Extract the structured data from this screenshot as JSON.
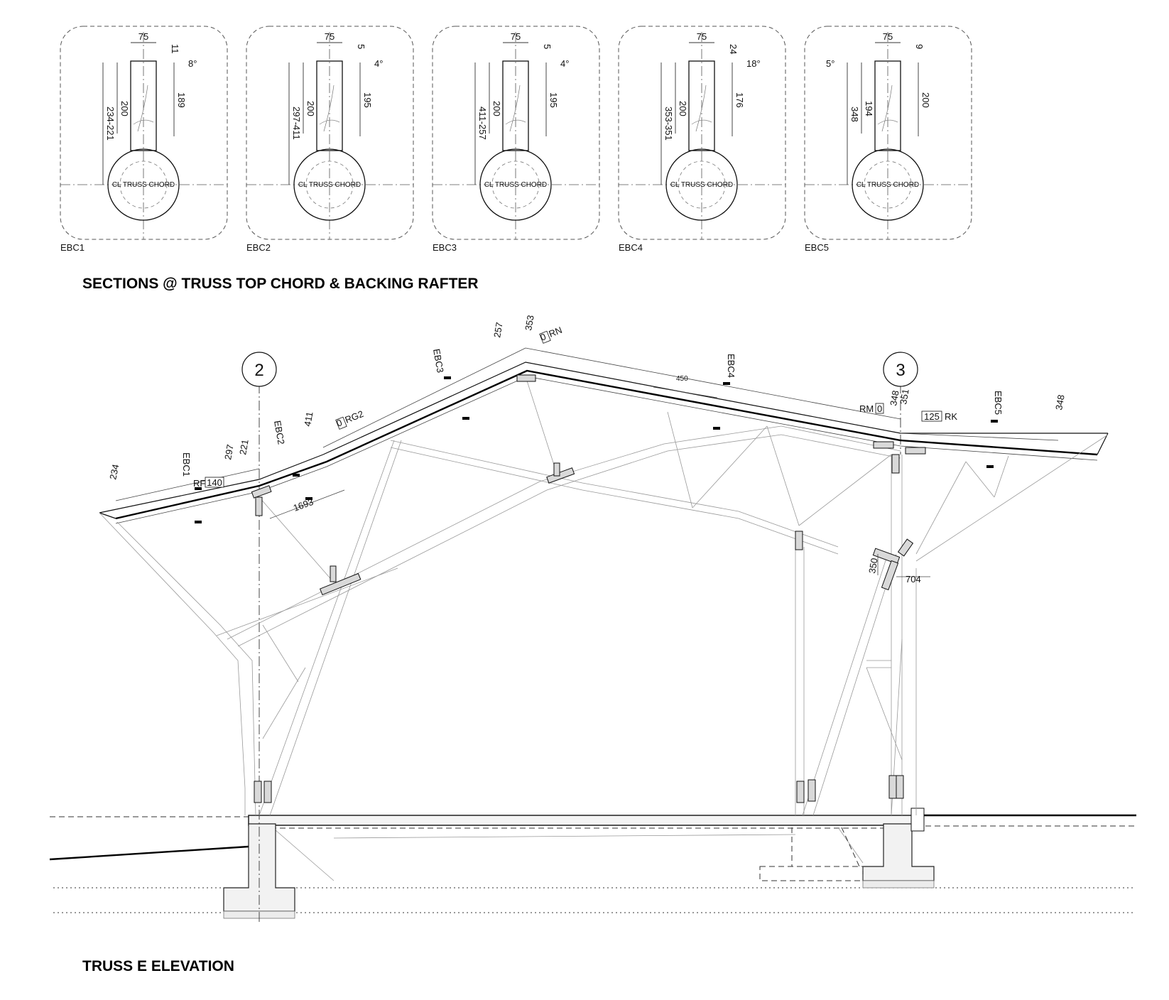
{
  "headings": {
    "sections": "SECTIONS @ TRUSS TOP CHORD & BACKING RAFTER",
    "elevation": "TRUSS E ELEVATION"
  },
  "sections": [
    {
      "id": "EBC1",
      "width": "75",
      "top": "11",
      "angle": "8°",
      "inner": "200",
      "outer": "234-221",
      "right": "189",
      "center": "CL TRUSS CHORD"
    },
    {
      "id": "EBC2",
      "width": "75",
      "top": "5",
      "angle": "4°",
      "inner": "200",
      "outer": "297-411",
      "right": "195",
      "center": "CL TRUSS CHORD"
    },
    {
      "id": "EBC3",
      "width": "75",
      "top": "5",
      "angle": "4°",
      "inner": "200",
      "outer": "411-257",
      "right": "195",
      "center": "CL TRUSS CHORD"
    },
    {
      "id": "EBC4",
      "width": "75",
      "top": "24",
      "angle": "18°",
      "inner": "200",
      "outer": "353-351",
      "right": "176",
      "center": "CL TRUSS CHORD"
    },
    {
      "id": "EBC5",
      "width": "75",
      "top": "9",
      "angle": "5°",
      "inner": "194",
      "outer": "348",
      "right": "200",
      "center": "CL TRUSS CHORD"
    }
  ],
  "grid": {
    "left": "2",
    "right": "3"
  },
  "elevation_labels": {
    "d234": "234",
    "d297": "297",
    "d221": "221",
    "d411": "411",
    "d257": "257",
    "d353": "353",
    "d348a": "348",
    "d351": "351",
    "d348b": "348",
    "d450": "450",
    "d1693": "1693",
    "d350": "350",
    "d704": "704",
    "rf": "RF",
    "rf_box": "140",
    "rg2_box": "0",
    "rg2": "RG2",
    "rn_box": "0",
    "rn": "RN",
    "rm": "RM",
    "rm_box": "0",
    "rk_box": "125",
    "rk": "RK",
    "cut1": "EBC1",
    "cut2": "EBC2",
    "cut3": "EBC3",
    "cut4": "EBC4",
    "cut5": "EBC5"
  }
}
